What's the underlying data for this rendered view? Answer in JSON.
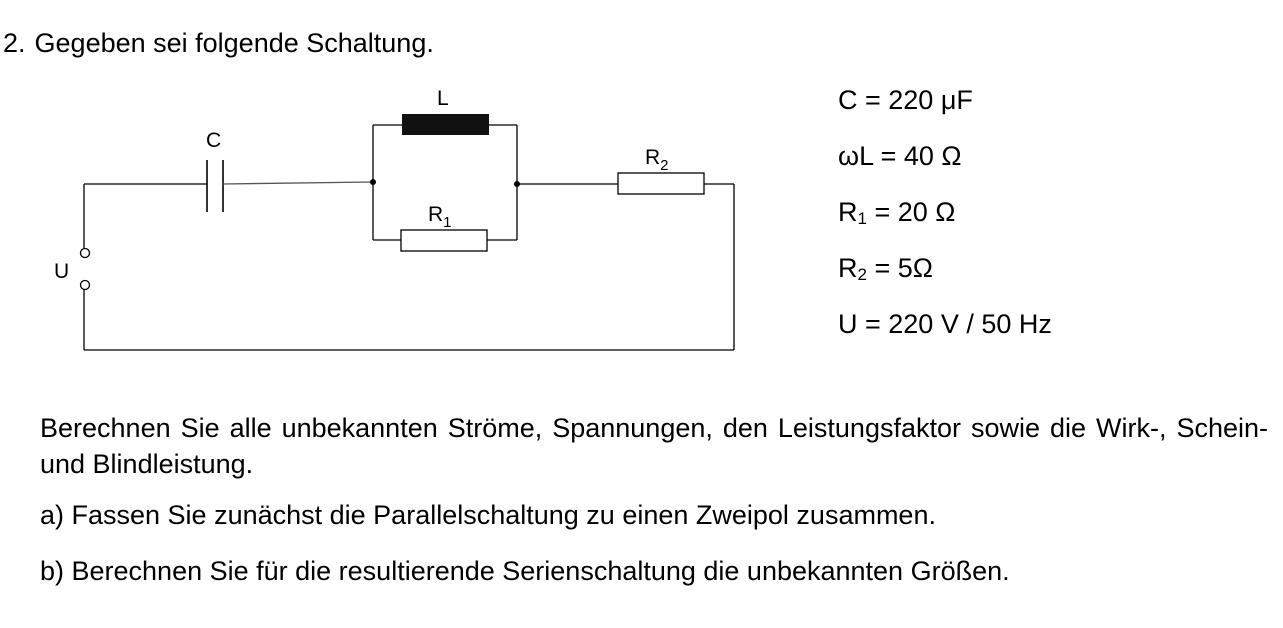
{
  "problem": {
    "number": "2.",
    "intro": "Gegeben sei folgende Schaltung."
  },
  "circuit": {
    "labels": {
      "capacitor": "C",
      "inductor": "L",
      "r1": "R",
      "r1_sub": "1",
      "r2": "R",
      "r2_sub": "2",
      "source": "U"
    }
  },
  "values": [
    {
      "prefix": "C = 220 μF",
      "sub": "",
      "suffix": ""
    },
    {
      "prefix": "ωL = 40 Ω",
      "sub": "",
      "suffix": ""
    },
    {
      "prefix": "R",
      "sub": "1",
      "suffix": " = 20 Ω"
    },
    {
      "prefix": "R",
      "sub": "2",
      "suffix": " = 5Ω"
    },
    {
      "prefix": "U = 220 V / 50 Hz",
      "sub": "",
      "suffix": ""
    }
  ],
  "task": {
    "text": "Berechnen Sie alle unbekannten Ströme, Spannungen, den Leistungsfaktor sowie die Wirk-, Schein- und Blindleistung.",
    "a": "a) Fassen Sie zunächst die Parallelschaltung zu einen Zweipol zusammen.",
    "b": "b) Berechnen Sie für die resultierende Serienschaltung die unbekannten Größen."
  }
}
